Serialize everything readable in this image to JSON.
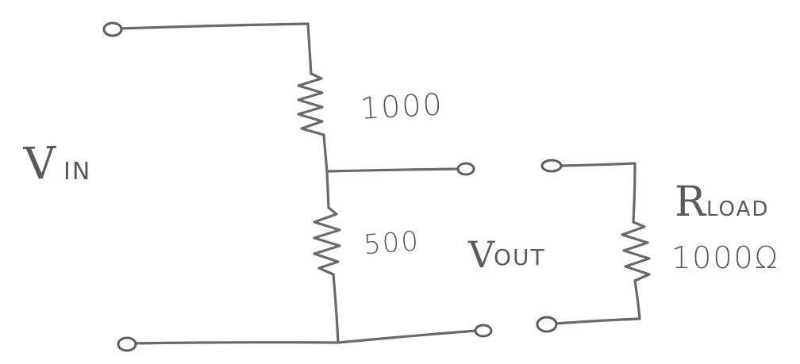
{
  "labels": {
    "vin_main": "V",
    "vin_sub": "IN",
    "vout_main": "V",
    "vout_sub": "OUT",
    "r_top_value": "1000",
    "r_bottom_value": "500",
    "rload_main": "R",
    "rload_sub": "LOAD",
    "rload_value": "1000Ω"
  }
}
